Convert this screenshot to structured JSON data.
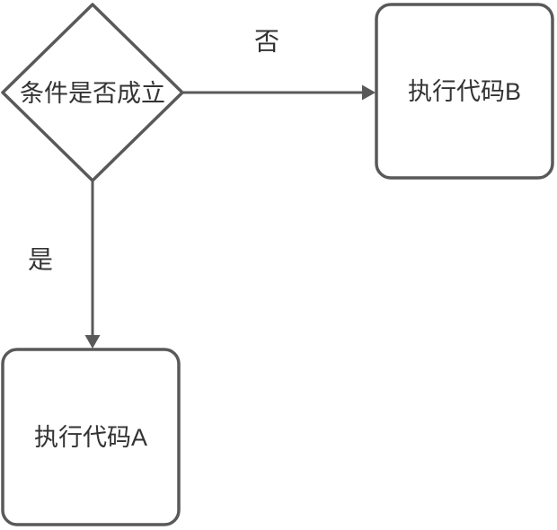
{
  "diagram": {
    "type": "flowchart",
    "colors": {
      "background": "#ffffff",
      "shape_stroke": "#595959",
      "label_text": "#333333"
    },
    "nodes": [
      {
        "id": "condition-decision",
        "shape": "diamond",
        "label": "条件是否成立"
      },
      {
        "id": "execute-code-b",
        "shape": "rounded-rect",
        "label": "执行代码B"
      },
      {
        "id": "execute-code-a",
        "shape": "rounded-rect",
        "label": "执行代码A"
      }
    ],
    "edges": [
      {
        "from": "condition-decision",
        "to": "execute-code-b",
        "label": "否",
        "direction": "right"
      },
      {
        "from": "condition-decision",
        "to": "execute-code-a",
        "label": "是",
        "direction": "down"
      }
    ]
  }
}
